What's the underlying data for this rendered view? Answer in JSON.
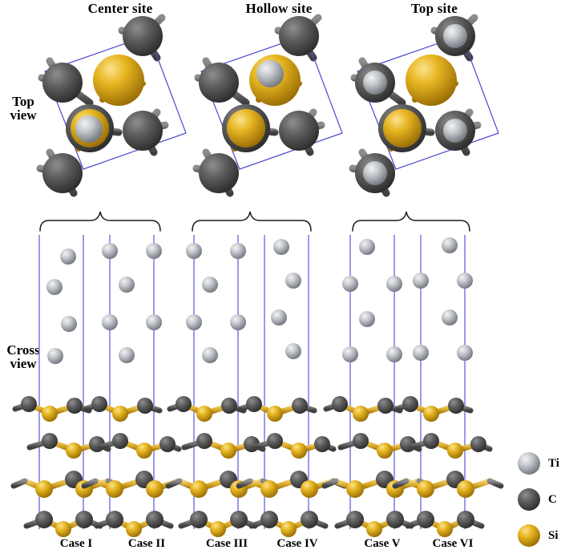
{
  "figure": {
    "description": "Atomic structure schematic of Ti adsorption on SiC surface",
    "colors": {
      "ti": "#b9bcc2",
      "ti_dark": "#7d8188",
      "c": "#585858",
      "c_dark": "#343434",
      "si": "#e2ac1e",
      "si_dark": "#a87c0c",
      "cell_line": "#4a4ad0",
      "column_line": "#8181e8",
      "bond_c": "#6e6e6e",
      "bond_si": "#d9a92a",
      "text": "#000000",
      "background": "#ffffff"
    }
  },
  "top_view": {
    "row_label": "Top\nview",
    "row_label_line1": "Top",
    "row_label_line2": "view",
    "panels": [
      {
        "title": "Center site",
        "id": "center-site"
      },
      {
        "title": "Hollow site",
        "id": "hollow-site"
      },
      {
        "title": "Top site",
        "id": "top-site"
      }
    ]
  },
  "cross_view": {
    "row_label_line1": "Cross",
    "row_label_line2": "view",
    "cases": [
      {
        "label": "Case I",
        "group": "Center site"
      },
      {
        "label": "Case II",
        "group": "Center site"
      },
      {
        "label": "Case III",
        "group": "Hollow site"
      },
      {
        "label": "Case IV",
        "group": "Hollow site"
      },
      {
        "label": "Case V",
        "group": "Top site"
      },
      {
        "label": "Case VI",
        "group": "Top site"
      }
    ],
    "braces": [
      {
        "spans": [
          "Case I",
          "Case II"
        ]
      },
      {
        "spans": [
          "Case III",
          "Case IV"
        ]
      },
      {
        "spans": [
          "Case V",
          "Case VI"
        ]
      }
    ]
  },
  "legend": {
    "items": [
      {
        "symbol": "Ti",
        "color": "#b9bcc2"
      },
      {
        "symbol": "C",
        "color": "#585858"
      },
      {
        "symbol": "Si",
        "color": "#e2ac1e"
      }
    ]
  }
}
